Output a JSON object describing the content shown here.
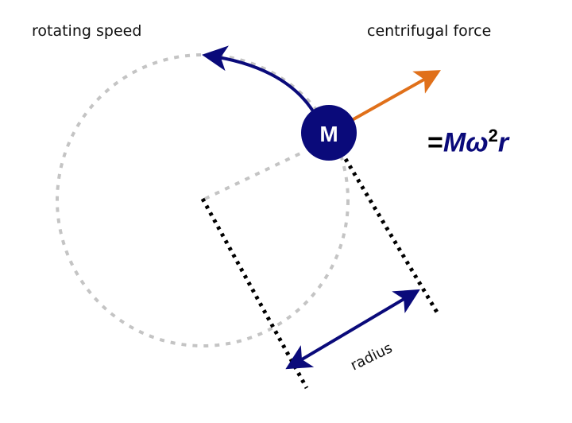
{
  "labels": {
    "rotating_speed": "rotating speed",
    "centrifugal_force": "centrifugal force",
    "radius": "radius",
    "mass": "M"
  },
  "formula": {
    "equals": "=",
    "mass": "M",
    "omega": "ω",
    "exponent": "2",
    "radius": "r"
  },
  "colors": {
    "navy": "#0a0a7a",
    "orange": "#e0701a",
    "gray_dots": "#c0c0c0",
    "black_dots": "#000000"
  }
}
